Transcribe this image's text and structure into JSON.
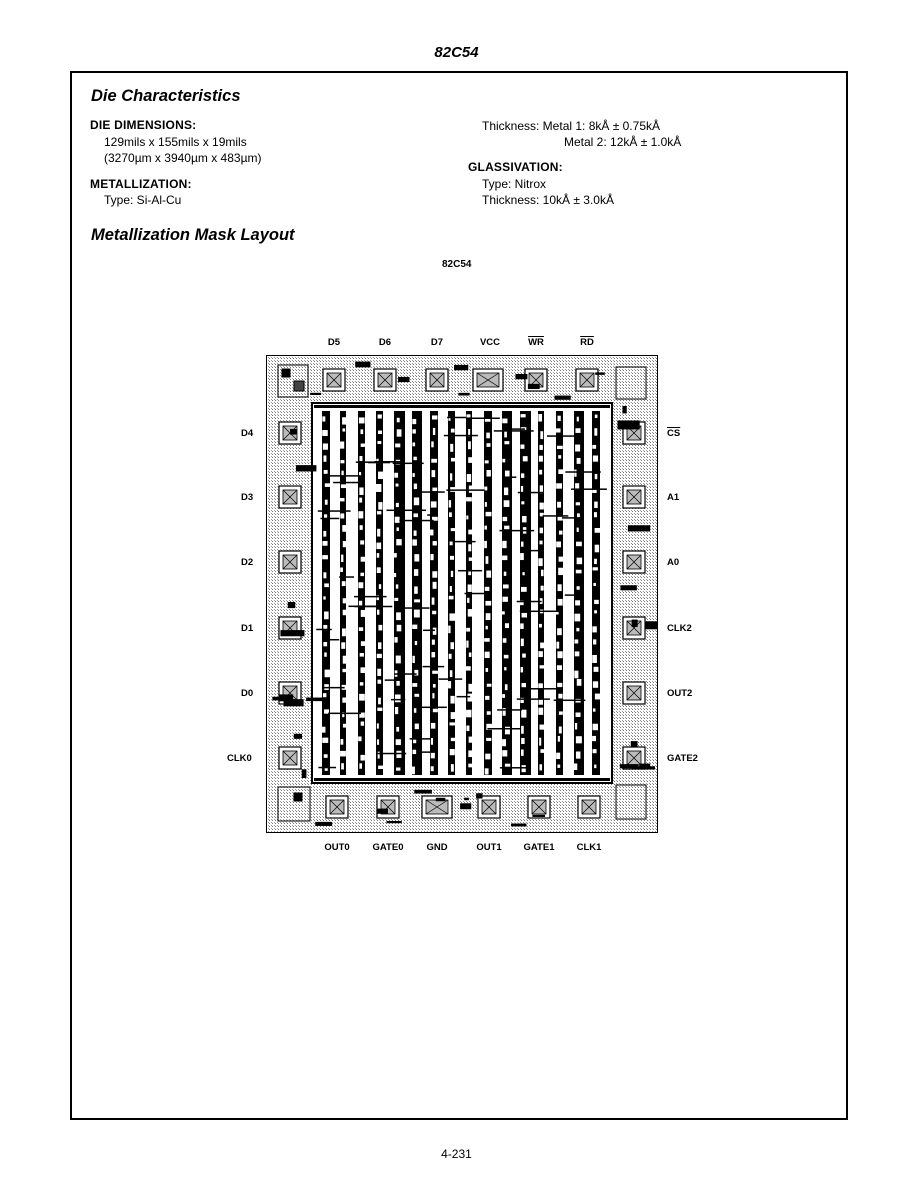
{
  "header": {
    "part_number": "82C54"
  },
  "die_characteristics": {
    "title": "Die Characteristics",
    "dimensions": {
      "label": "DIE DIMENSIONS:",
      "line1": "129mils x 155mils x 19mils",
      "line2": "(3270µm x 3940µm x 483µm)"
    },
    "metallization": {
      "label": "METALLIZATION:",
      "type": "Type: Si-Al-Cu",
      "thickness_metal1": "Thickness: Metal 1: 8kÅ ± 0.75kÅ",
      "thickness_metal2": "Metal 2: 12kÅ ± 1.0kÅ"
    },
    "glassivation": {
      "label": "GLASSIVATION:",
      "type": "Type: Nitrox",
      "thickness": "Thickness: 10kÅ ± 3.0kÅ"
    }
  },
  "mask_layout": {
    "title": "Metallization Mask Layout",
    "figure_caption": "82C54",
    "pins_top": [
      "D5",
      "D6",
      "D7",
      "VCC",
      "WR",
      "RD"
    ],
    "pins_left": [
      "D4",
      "D3",
      "D2",
      "D1",
      "D0",
      "CLK0"
    ],
    "pins_right": [
      "CS",
      "A1",
      "A0",
      "CLK2",
      "OUT2",
      "GATE2"
    ],
    "pins_bottom": [
      "OUT0",
      "GATE0",
      "GND",
      "OUT1",
      "GATE1",
      "CLK1"
    ],
    "overlined_pins": [
      "WR",
      "RD",
      "CS"
    ]
  },
  "footer": {
    "page_number": "4-231"
  }
}
